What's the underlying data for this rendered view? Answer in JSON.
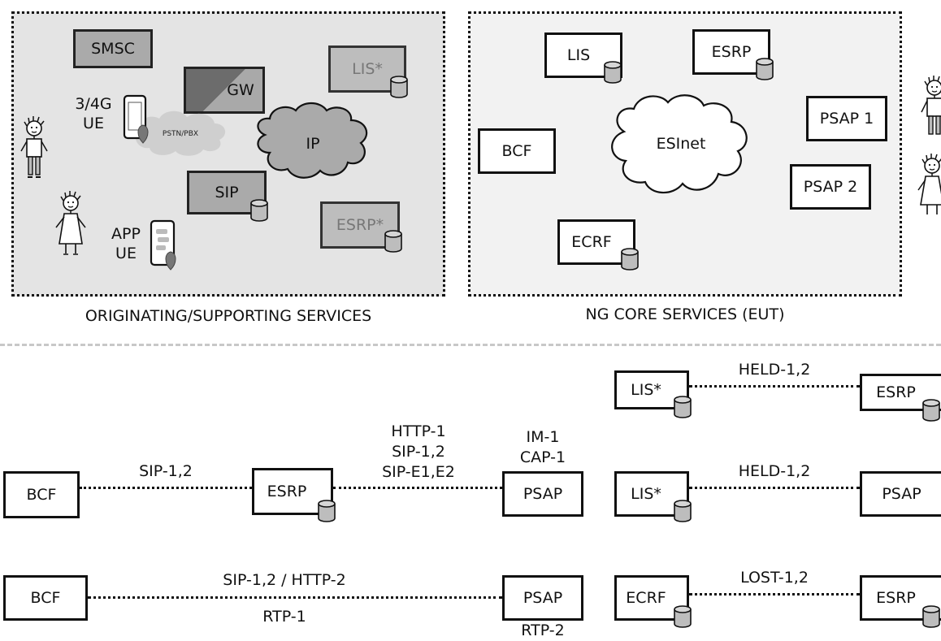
{
  "top": {
    "orig_panel": {
      "title": "ORIGINATING/SUPPORTING SERVICES",
      "smsc": "SMSC",
      "gw": "GW",
      "lis_star": "LIS*",
      "ue_3g4g": "3/4G\nUE",
      "pstn_pbx": "PSTN/PBX",
      "ip": "IP",
      "sip": "SIP",
      "esrp_star": "ESRP*",
      "app_ue": "APP\nUE"
    },
    "core_panel": {
      "title": "NG CORE SERVICES (EUT)",
      "lis": "LIS",
      "esrp": "ESRP",
      "psap1": "PSAP 1",
      "bcf": "BCF",
      "esinet": "ESInet",
      "psap2": "PSAP 2",
      "ecrf": "ECRF"
    }
  },
  "bottom": {
    "row1": {
      "left": "LIS*",
      "link": "HELD-1,2",
      "right": "ESRP"
    },
    "row2": {
      "bcf": "BCF",
      "link1": "SIP-1,2",
      "esrp": "ESRP",
      "link2_lines": [
        "HTTP-1",
        "SIP-1,2",
        "SIP-E1,E2"
      ],
      "psap_lines": [
        "IM-1",
        "CAP-1"
      ],
      "psap": "PSAP",
      "lis": "LIS*",
      "held": "HELD-1,2",
      "psap_right": "PSAP"
    },
    "row3": {
      "bcf": "BCF",
      "link_top": "SIP-1,2 / HTTP-2",
      "link_bottom": "RTP-1",
      "psap": "PSAP",
      "psap_below": "RTP-2",
      "ecrf": "ECRF",
      "lost": "LOST-1,2",
      "esrp": "ESRP"
    }
  }
}
